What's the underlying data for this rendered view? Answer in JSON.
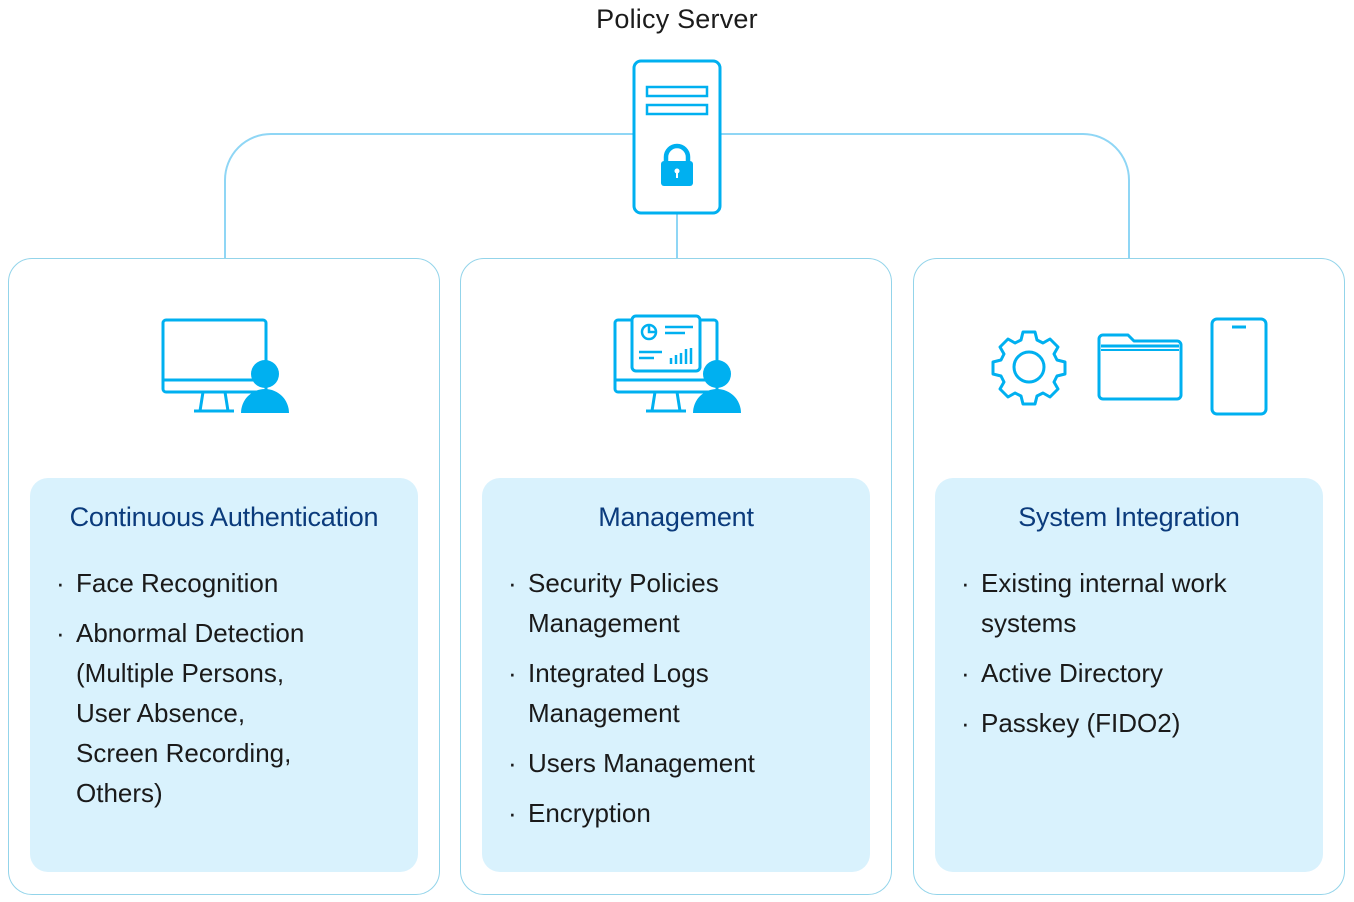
{
  "title": "Policy Server",
  "colors": {
    "accent": "#00b0f0",
    "connector": "#8fd6f5",
    "card_border": "#93d4ea",
    "panel_bg": "#d9f2fd",
    "heading": "#0b3b7c",
    "text": "#1a1a1a"
  },
  "server": {
    "icon": "server-lock-icon"
  },
  "cards": [
    {
      "heading": "Continuous Authentication",
      "icons": [
        "monitor-user-icon"
      ],
      "items": [
        {
          "bullet": "·",
          "text": "Face Recognition"
        },
        {
          "bullet": "·",
          "text": "Abnormal Detection\n(Multiple Persons,\n User Absence,\n Screen Recording,\n Others)"
        }
      ]
    },
    {
      "heading": "Management",
      "icons": [
        "dashboard-monitor-user-icon"
      ],
      "items": [
        {
          "bullet": "·",
          "text": "Security Policies\nManagement"
        },
        {
          "bullet": "·",
          "text": "Integrated Logs\nManagement"
        },
        {
          "bullet": "·",
          "text": "Users Management"
        },
        {
          "bullet": "·",
          "text": "Encryption"
        }
      ]
    },
    {
      "heading": "System Integration",
      "icons": [
        "gear-icon",
        "folder-icon",
        "smartphone-icon"
      ],
      "items": [
        {
          "bullet": "·",
          "text": "Existing internal work\nsystems"
        },
        {
          "bullet": "·",
          "text": "Active Directory"
        },
        {
          "bullet": "·",
          "text": "Passkey (FIDO2)"
        }
      ]
    }
  ]
}
